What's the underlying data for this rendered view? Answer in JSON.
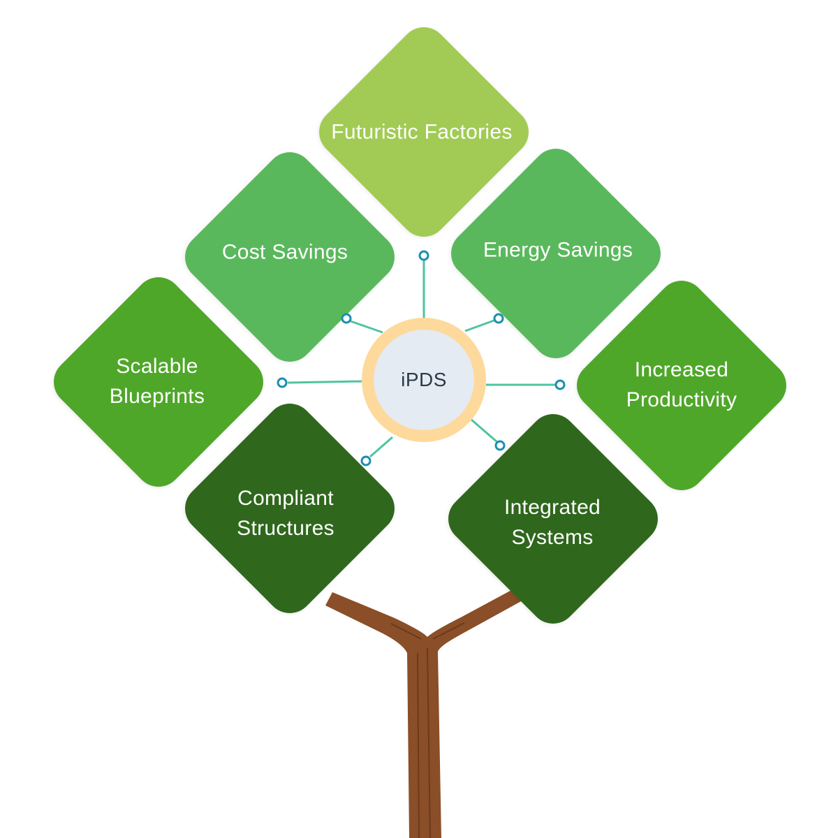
{
  "center": {
    "label": "iPDS"
  },
  "nodes": {
    "futuristic_factories": {
      "lines": [
        "Futuristic Factories"
      ],
      "color": "#a1cb54"
    },
    "cost_savings": {
      "lines": [
        "Cost Savings"
      ],
      "color": "#5ab85c"
    },
    "energy_savings": {
      "lines": [
        "Energy Savings"
      ],
      "color": "#5ab85c"
    },
    "scalable_blueprints": {
      "lines": [
        "Scalable",
        "Blueprints"
      ],
      "color": "#4fa72a"
    },
    "increased_productivity": {
      "lines": [
        "Increased",
        "Productivity"
      ],
      "color": "#4fa72a"
    },
    "compliant_structures": {
      "lines": [
        "Compliant",
        "Structures"
      ],
      "color": "#2f671d"
    },
    "integrated_systems": {
      "lines": [
        "Integrated",
        "Systems"
      ],
      "color": "#2f671d"
    }
  },
  "colors": {
    "trunk": "#8a4e28",
    "connector": "#4ec4a0",
    "connector_end": "#1b8fb0",
    "hub_ring": "#fdd99b",
    "hub_core": "#e4ebf2"
  }
}
